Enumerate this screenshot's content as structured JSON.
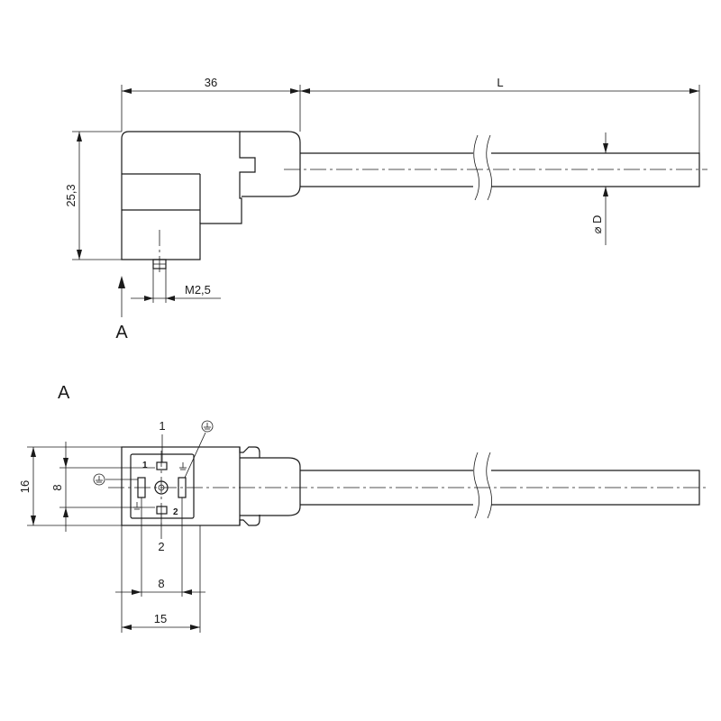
{
  "side_view": {
    "dims": {
      "width_36": "36",
      "cable_length": "L",
      "height_25_3": "25,3",
      "screw_thread": "M2,5",
      "cable_diameter": "⌀ D"
    },
    "view_marker": "A"
  },
  "front_view": {
    "title": "A",
    "dims": {
      "height_16": "16",
      "pitch_8_vertical": "8",
      "pitch_8_horizontal": "8",
      "width_15": "15"
    },
    "pins": {
      "pin1_callout": "1",
      "pin2_callout": "2",
      "pin1_mark": "1",
      "pin2_mark": "2"
    }
  }
}
